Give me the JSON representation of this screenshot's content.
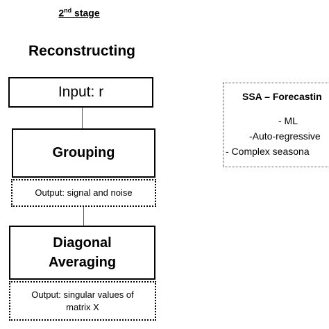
{
  "stage": {
    "number": "2",
    "suffix": "nd",
    "word": "stage"
  },
  "section_title": "Reconstructing",
  "flow": {
    "input_label": "Input: r",
    "grouping_label": "Grouping",
    "grouping_output": "Output: signal and noise",
    "averaging_line1": "Diagonal",
    "averaging_line2": "Averaging",
    "averaging_output_line1": "Output: singular values of",
    "averaging_output_line2": "matrix X"
  },
  "ssa_panel": {
    "title": "SSA – Forecastin",
    "items": [
      "- ML",
      "-Auto-regressive",
      "- Complex seasona"
    ]
  }
}
